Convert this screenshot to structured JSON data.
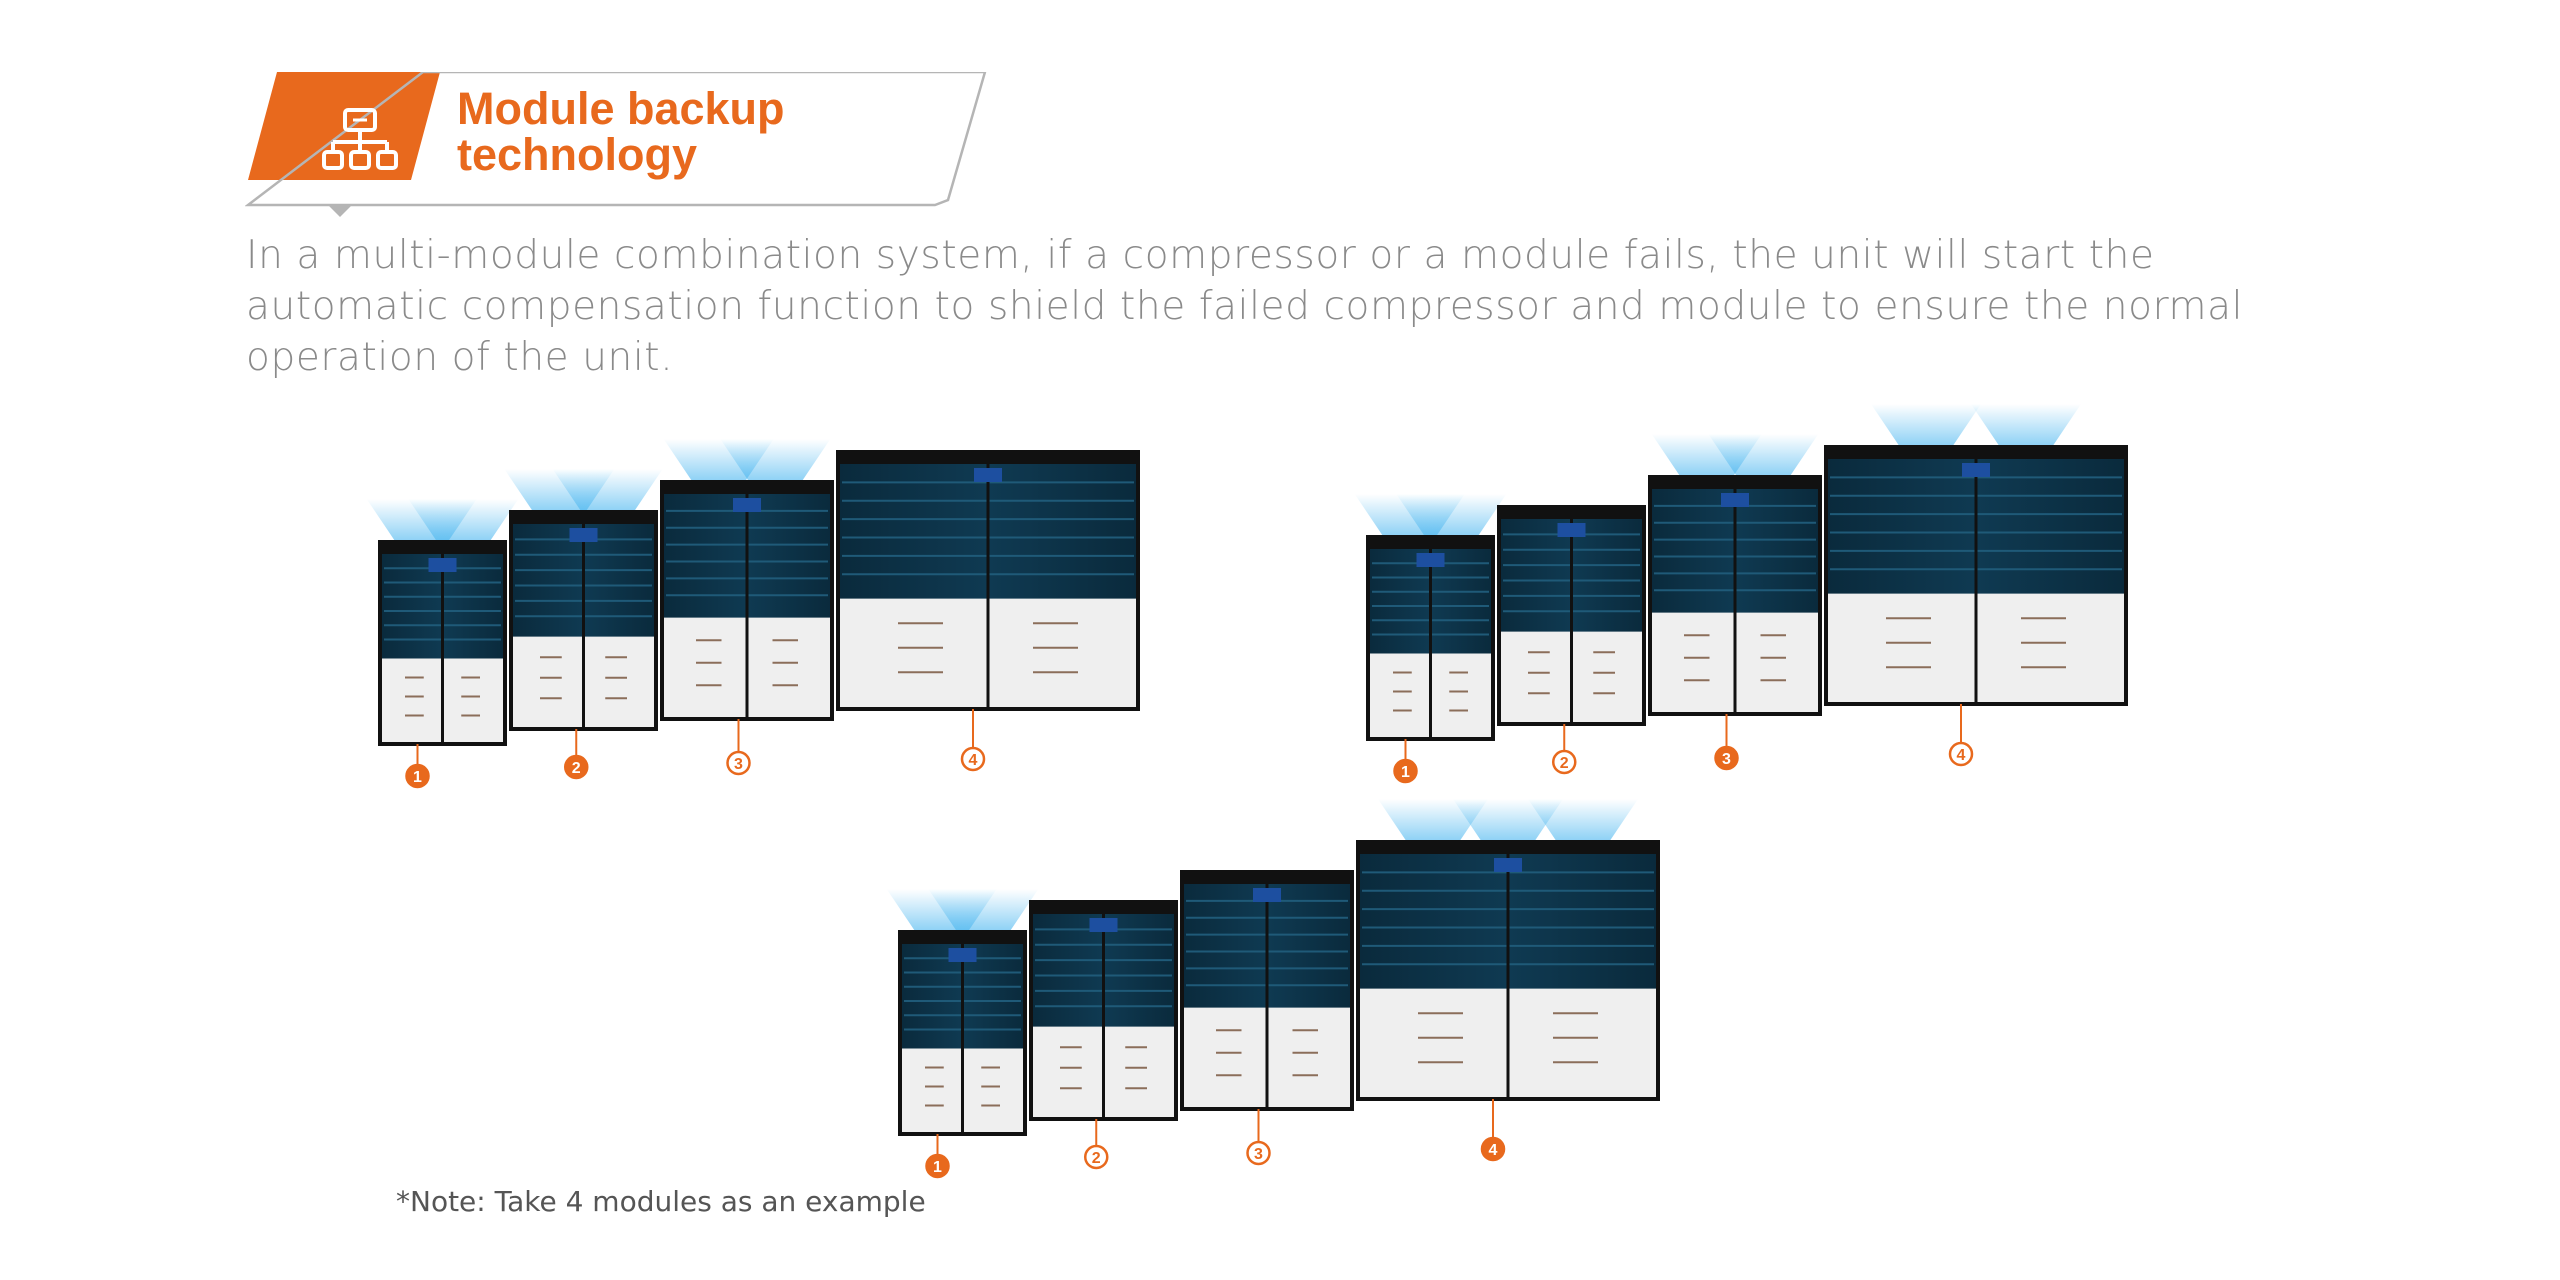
{
  "header": {
    "title_line1": "Module backup",
    "title_line2": "technology",
    "icon": "network-hierarchy-icon"
  },
  "description": "In a multi-module combination system, if a compressor or a module fails, the unit will start the automatic compensation function to shield the failed compressor and module to ensure the normal operation of the unit.",
  "note": "*Note: Take 4 modules as an example",
  "colors": {
    "accent": "#e8691d",
    "panel": "#0f3a52",
    "airflow": "#4fb8f0"
  },
  "groups": [
    {
      "name": "top-left",
      "markers": [
        {
          "label": "1",
          "style": "filled"
        },
        {
          "label": "2",
          "style": "filled"
        },
        {
          "label": "3",
          "style": "outline"
        },
        {
          "label": "4",
          "style": "outline"
        }
      ]
    },
    {
      "name": "top-right",
      "markers": [
        {
          "label": "1",
          "style": "filled"
        },
        {
          "label": "2",
          "style": "outline"
        },
        {
          "label": "3",
          "style": "filled"
        },
        {
          "label": "4",
          "style": "outline"
        }
      ]
    },
    {
      "name": "bottom",
      "markers": [
        {
          "label": "1",
          "style": "filled"
        },
        {
          "label": "2",
          "style": "outline"
        },
        {
          "label": "3",
          "style": "outline"
        },
        {
          "label": "4",
          "style": "filled"
        }
      ]
    }
  ]
}
